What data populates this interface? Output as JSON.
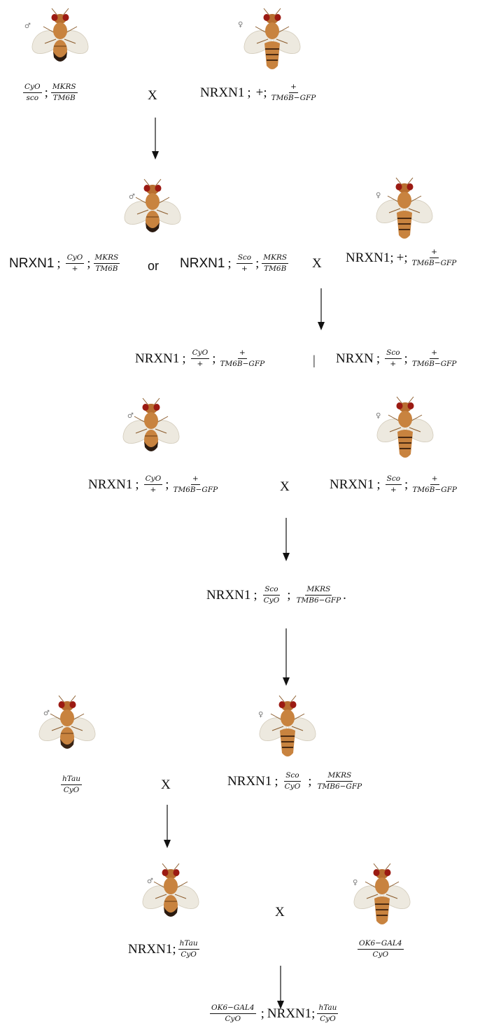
{
  "symbols": {
    "male": "♂",
    "female": "♀",
    "cross": "X",
    "or": "or",
    "pipe": "|",
    "semicolon": ";",
    "plus_semicolon": "+;"
  },
  "labels": {
    "nrxn1": "NRXN1",
    "nrxn1_semicolon": "NRXN1;",
    "nrxn": "NRXN",
    "period": "."
  },
  "fractions": {
    "cyo_sco": {
      "num": "CyO",
      "den": "sco"
    },
    "mkrs_tm6b": {
      "num": "MKRS",
      "den": "TM6B"
    },
    "plus_tm6bgfp": {
      "num": "+",
      "den": "TM6B−GFP"
    },
    "cyo_plus": {
      "num": "CyO",
      "den": "+"
    },
    "sco_plus": {
      "num": "Sco",
      "den": "+"
    },
    "sco_cyo": {
      "num": "Sco",
      "den": "CyO"
    },
    "mkrs_tmb6gfp": {
      "num": "MKRS",
      "den": "TMB6−GFP"
    },
    "htau_cyo": {
      "num": "hTau",
      "den": "CyO"
    },
    "ok6_cyo": {
      "num": "OK6−GAL4",
      "den": "CyO"
    }
  },
  "colors": {
    "fly_body": "#c8833f",
    "fly_head": "#b86e30",
    "fly_eye": "#9b1a12",
    "wing": "#ece7dc",
    "text": "#111111"
  }
}
